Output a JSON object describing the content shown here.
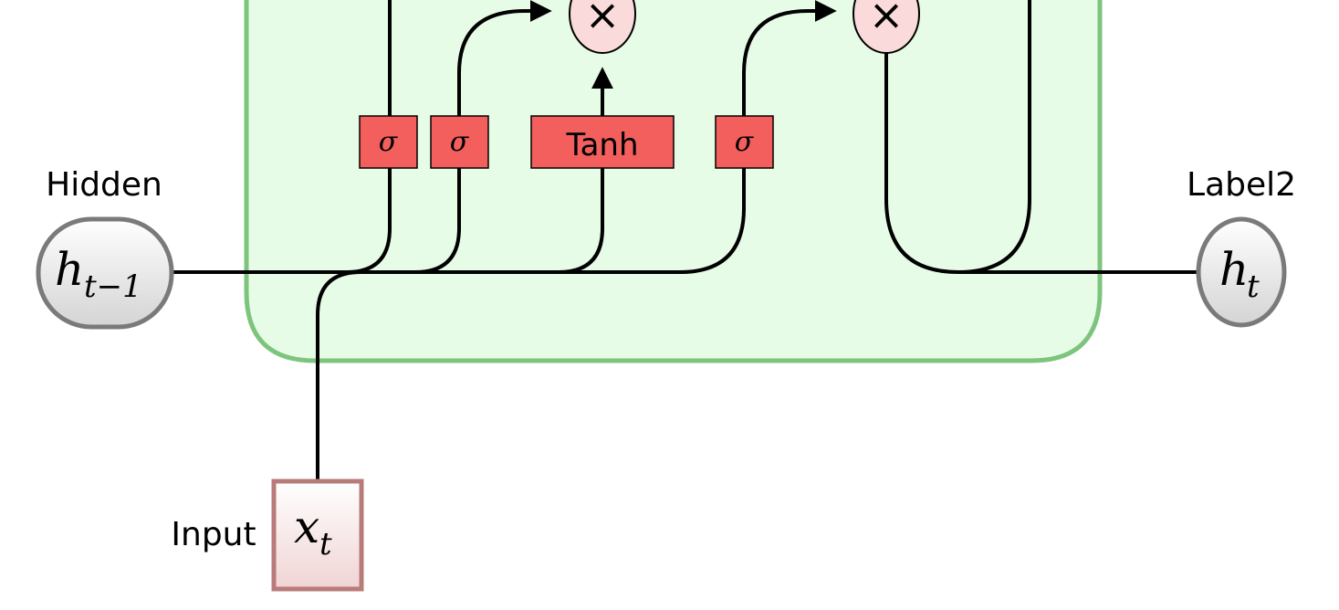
{
  "labels": {
    "hidden": "Hidden",
    "label2": "Label2",
    "input": "Input"
  },
  "nodes": {
    "h_prev": {
      "base": "h",
      "sub": "t−1"
    },
    "h_t": {
      "base": "h",
      "sub": "t"
    },
    "x_t": {
      "base": "x",
      "sub": "t"
    }
  },
  "gates": {
    "sigma_1": "σ",
    "sigma_2": "σ",
    "tanh": "Tanh",
    "sigma_3": "σ"
  },
  "ops": {
    "mult_1": "×",
    "mult_2": "×"
  },
  "colors": {
    "cell_fill": "#e6fce6",
    "cell_border": "#7dc47d",
    "gate_fill": "#f25f5c",
    "op_fill": "#fadada",
    "hidden_node_stroke": "#7a7a7a",
    "input_node_stroke": "#b97a7a",
    "input_node_fill": "#f4dada"
  },
  "icons": {
    "op": "multiply-icon",
    "arrow": "arrowhead-icon"
  }
}
